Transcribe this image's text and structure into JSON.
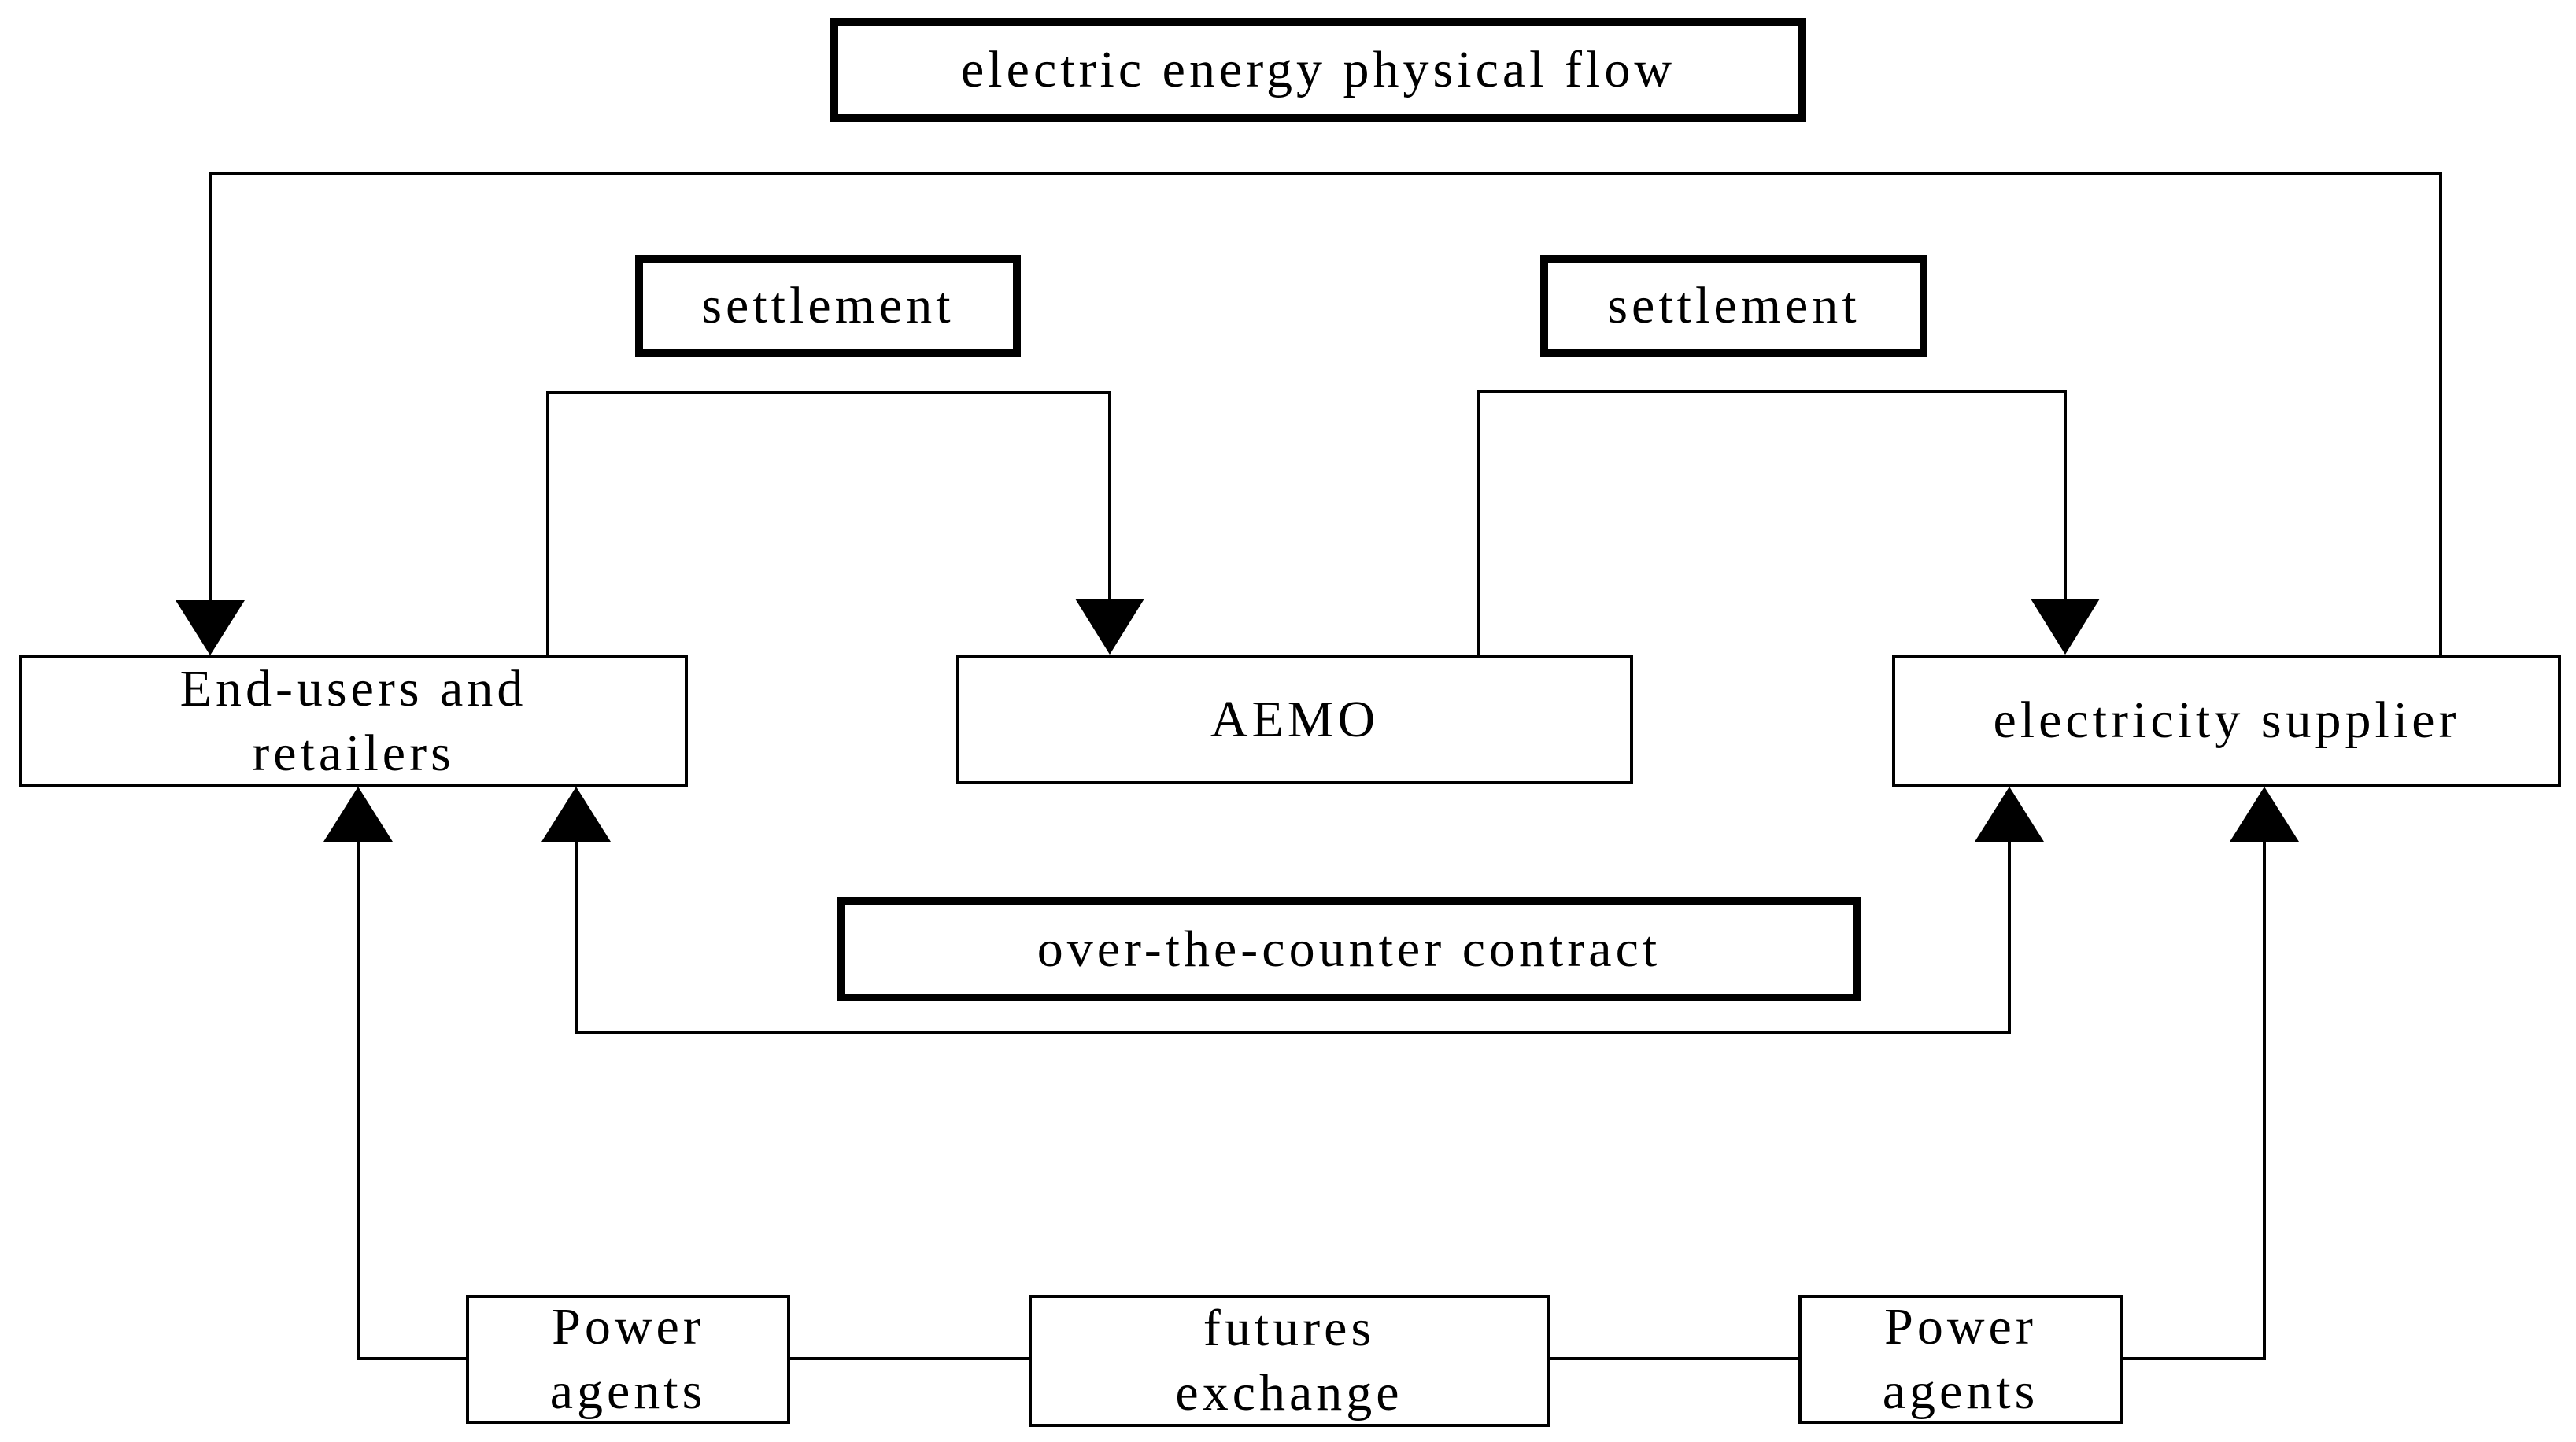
{
  "diagram": {
    "colors": {
      "background": "#ffffff",
      "line": "#000000",
      "text": "#000000"
    },
    "nodes": {
      "physical_flow": {
        "label": "electric energy physical flow",
        "kind": "edge-label"
      },
      "settlement_left": {
        "label": "settlement",
        "kind": "edge-label"
      },
      "settlement_right": {
        "label": "settlement",
        "kind": "edge-label"
      },
      "otc": {
        "label": "over-the-counter contract",
        "kind": "edge-label"
      },
      "end_users": {
        "line1": "End-users and",
        "line2": "retailers",
        "kind": "entity"
      },
      "aemo": {
        "label": "AEMO",
        "kind": "entity"
      },
      "supplier": {
        "label": "electricity supplier",
        "kind": "entity"
      },
      "power_agents_left": {
        "line1": "Power",
        "line2": "agents",
        "kind": "entity"
      },
      "futures_exchange": {
        "line1": "futures",
        "line2": "exchange",
        "kind": "entity"
      },
      "power_agents_right": {
        "line1": "Power",
        "line2": "agents",
        "kind": "entity"
      }
    },
    "edges": [
      {
        "from": "electricity supplier",
        "to": "End-users and retailers",
        "label": "electric energy physical flow",
        "arrowheads": [
          "to"
        ],
        "route": "over the top"
      },
      {
        "from": "End-users and retailers",
        "to": "AEMO",
        "label": "settlement",
        "arrowheads": [
          "to"
        ],
        "route": "bracket above boxes"
      },
      {
        "from": "AEMO",
        "to": "electricity supplier",
        "label": "settlement",
        "arrowheads": [
          "to"
        ],
        "route": "bracket above boxes"
      },
      {
        "from": "End-users and retailers",
        "to": "electricity supplier",
        "label": "over-the-counter contract",
        "arrowheads": [
          "from",
          "to"
        ],
        "route": "U-shape below boxes"
      },
      {
        "from": "Power agents (left)",
        "to": "End-users and retailers",
        "label": "",
        "arrowheads": [
          "to"
        ],
        "route": "riser from left side"
      },
      {
        "from": "Power agents (left)",
        "to": "futures exchange",
        "label": "",
        "arrowheads": [],
        "route": "horizontal link"
      },
      {
        "from": "futures exchange",
        "to": "Power agents (right)",
        "label": "",
        "arrowheads": [],
        "route": "horizontal link"
      },
      {
        "from": "Power agents (right)",
        "to": "electricity supplier",
        "label": "",
        "arrowheads": [
          "to"
        ],
        "route": "riser from right side"
      }
    ]
  }
}
